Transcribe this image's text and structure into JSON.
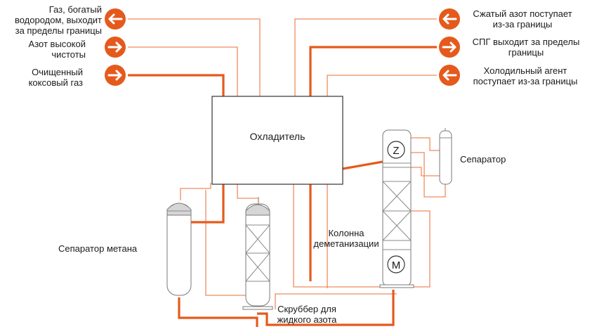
{
  "labels": {
    "hydrogen_gas_out": "Газ, богатый\nводородом, выходит\nза пределы границы",
    "high_purity_nitrogen": "Азот высокой\nчистоты",
    "purified_coke_gas": "Очищенный\nкоксовый газ",
    "compressed_nitrogen_in": "Сжатый азот поступает\nиз-за границы",
    "lng_out": "СПГ выходит за пределы\nграницы",
    "refrigerant_in": "Холодильный агент\nпоступает из-за границы",
    "cooler": "Охладитель",
    "separator": "Сепаратор",
    "methane_separator": "Сепаратор метана",
    "demethanizer_column": "Колонна\nдеметанизации",
    "liquid_nitrogen_scrubber": "Скруббер для\nжидкого азота"
  },
  "column_markers": {
    "top": "Z",
    "bottom": "M"
  },
  "colors": {
    "stream_accent": "#e55a1c",
    "stream_thin": "#f08a5d",
    "arrow_circle": "#e55a1c",
    "vessel_outline": "#7a7a7a"
  },
  "icons": {
    "left_arrows": [
      "arrow-out-icon",
      "arrow-in-icon",
      "arrow-in-icon"
    ],
    "right_arrows": [
      "arrow-in-icon",
      "arrow-out-icon",
      "arrow-in-icon"
    ]
  }
}
